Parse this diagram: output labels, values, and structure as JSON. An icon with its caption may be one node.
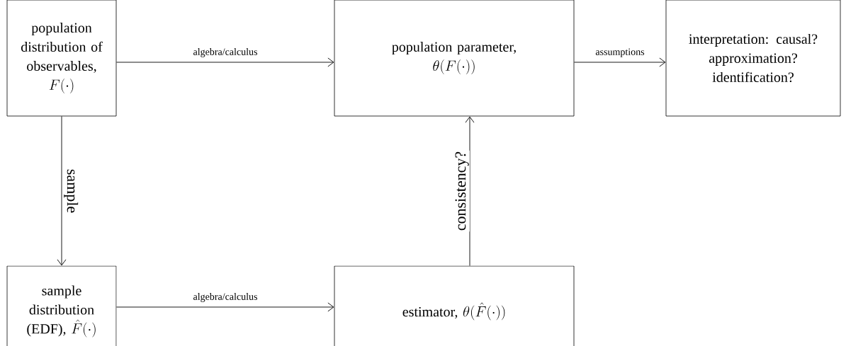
{
  "diagram": {
    "nodes": [
      {
        "text": [
          "population distribution of observables,",
          "F(\\cdot)"
        ]
      },
      {
        "text": [
          "population parameter,",
          "\\theta\\bigl(F(\\cdot)\\bigr)"
        ]
      },
      {
        "text": [
          "interpretation: causal? approximation? identification?"
        ]
      },
      {
        "text": [
          "sample distribution (EDF),",
          "\\hat{F}(\\cdot)"
        ]
      },
      {
        "text": [
          "estimator,",
          "\\theta\\bigl(\\hat{F}(\\cdot)\\bigr)"
        ]
      }
    ],
    "edges": [
      {
        "from": 0,
        "to": 1,
        "arrow": "to",
        "label": "algebra/calculus"
      },
      {
        "from": 1,
        "to": 2,
        "arrow": "to",
        "label": "assumptions"
      },
      {
        "from": 0,
        "to": 3,
        "arrow": "to",
        "label": "sample"
      },
      {
        "from": 3,
        "to": 4,
        "arrow": "to",
        "label": "algebra/calculus"
      },
      {
        "from": 4,
        "to": 1,
        "arrow": "to",
        "label": "consistency?"
      }
    ]
  }
}
